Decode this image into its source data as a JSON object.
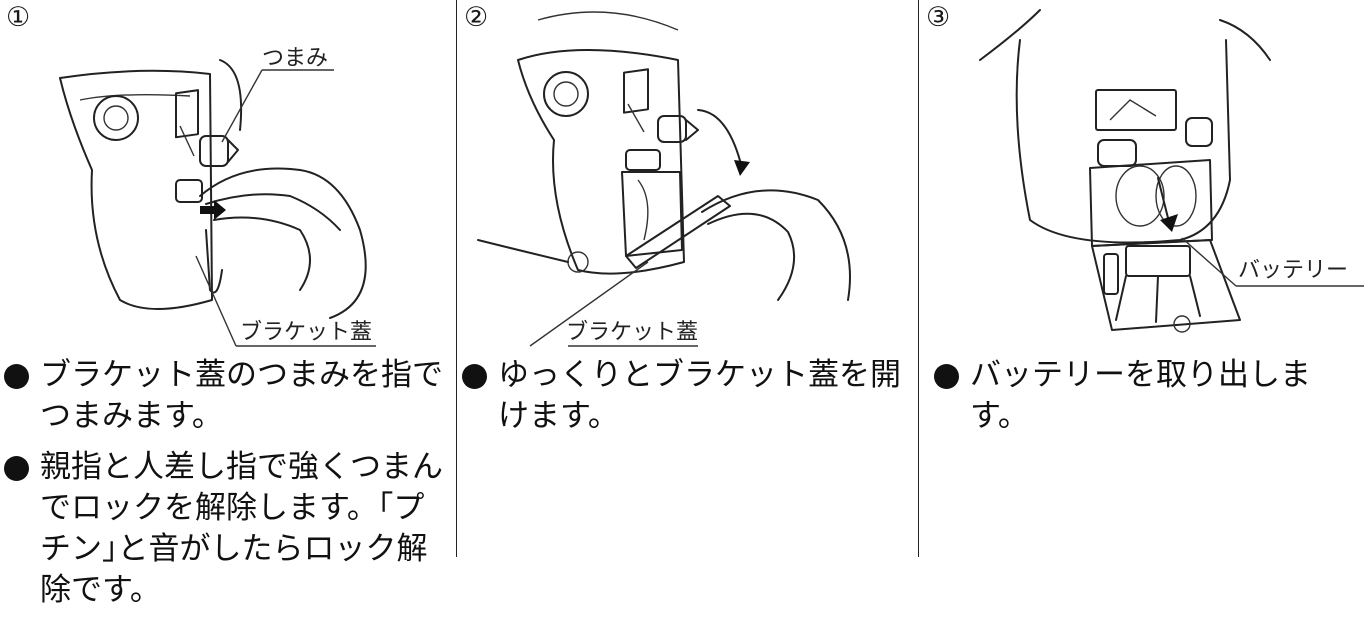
{
  "steps": [
    {
      "number": "①",
      "callouts": {
        "knob": "つまみ",
        "bracket_cover": "ブラケット蓋"
      },
      "bullets": [
        "ブラケット蓋のつまみを指でつまみます。",
        "親指と人差し指で強くつまんでロックを解除します。｢プチン｣と音がしたらロック解除です。"
      ]
    },
    {
      "number": "②",
      "callouts": {
        "bracket_cover": "ブラケット蓋"
      },
      "bullets": [
        "ゆっくりとブラケット蓋を開けます。"
      ]
    },
    {
      "number": "③",
      "callouts": {
        "battery": "バッテリー"
      },
      "bullets": [
        "バッテリーを取り出します。"
      ]
    }
  ],
  "colors": {
    "ink": "#1a1a1a",
    "background": "#ffffff"
  },
  "icons": [
    "circled-number-icon",
    "bullet-dot-icon",
    "arrow-icon"
  ]
}
